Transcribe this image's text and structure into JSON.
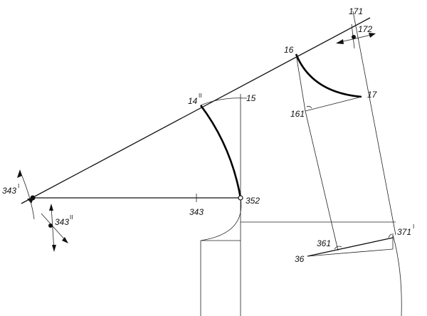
{
  "labels": {
    "p171": "171",
    "p172": "172",
    "p16": "16",
    "p17": "17",
    "p14": "14",
    "p14_sup": "II",
    "p15": "15",
    "p161": "161",
    "p343_1": "343",
    "p343_1_sup": "I",
    "p343": "343",
    "p352": "352",
    "p343_2": "343",
    "p343_2_sup": "II",
    "p361": "361",
    "p371": "371",
    "p371_sup": "I",
    "p36": "36"
  }
}
